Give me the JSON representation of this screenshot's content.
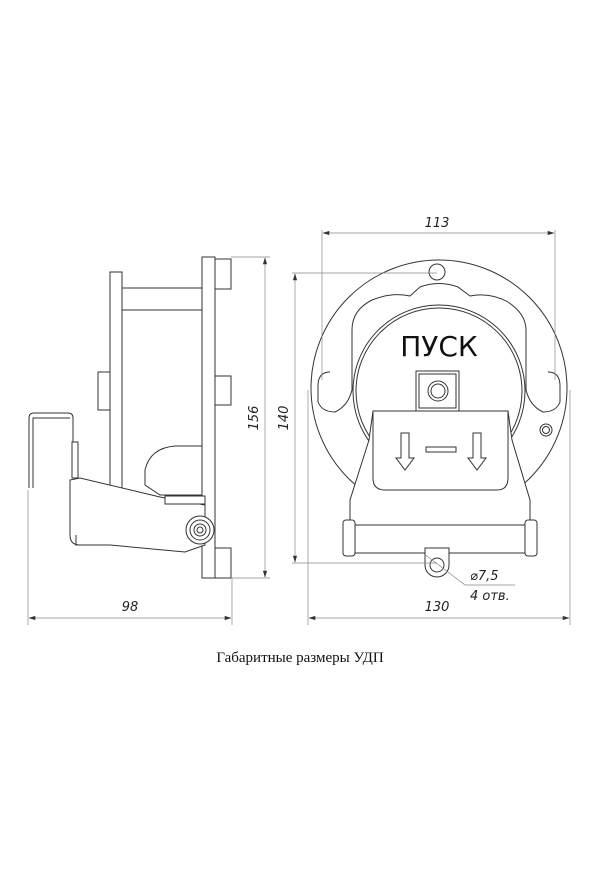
{
  "title": "Габаритные размеры УДП",
  "side_view": {
    "dim_height_total": "156",
    "dim_height_mount": "140",
    "dim_depth": "98"
  },
  "front_view": {
    "label": "ПУСК",
    "dim_width_mount": "113",
    "dim_width_total": "130",
    "hole_diameter": "⌀7,5",
    "hole_count": "4 отв."
  }
}
